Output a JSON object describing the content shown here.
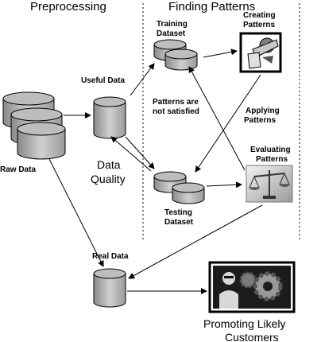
{
  "sections": {
    "preprocessing": "Preprocessing",
    "finding_patterns": "Finding Patterns"
  },
  "labels": {
    "raw_data": "Raw Data",
    "useful_data": "Useful Data",
    "data_quality_1": "Data",
    "data_quality_2": "Quality",
    "training_dataset_1": "Training",
    "training_dataset_2": "Dataset",
    "creating_patterns_1": "Creating",
    "creating_patterns_2": "Patterns",
    "patterns_not_satisfied_1": "Patterns are",
    "patterns_not_satisfied_2": "not satisfied",
    "applying_patterns_1": "Applying",
    "applying_patterns_2": "Patterns",
    "evaluating_patterns_1": "Evaluating",
    "evaluating_patterns_2": "Patterns",
    "testing_dataset_1": "Testing",
    "testing_dataset_2": "Dataset",
    "real_data": "Real Data",
    "promoting_1": "Promoting Likely",
    "promoting_2": "Customers"
  },
  "icons": {
    "creating": "gear-hand-icon",
    "evaluating": "balance-scale-icon",
    "promoting": "person-gears-icon"
  }
}
